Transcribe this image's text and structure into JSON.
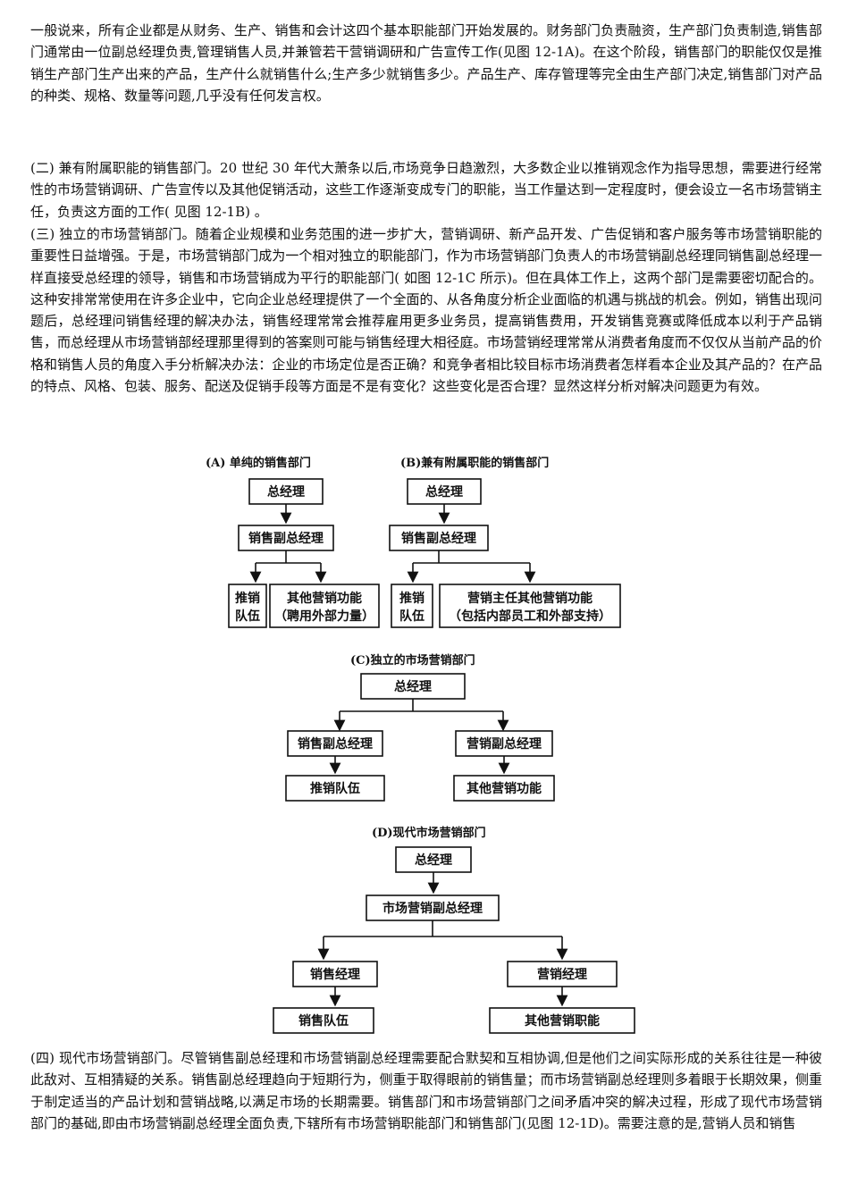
{
  "paragraphs": {
    "p1": "一般说来，所有企业都是从财务、生产、销售和会计这四个基本职能部门开始发展的。财务部门负责融资，生产部门负责制造,销售部门通常由一位副总经理负责,管理销售人员,并兼管若干营销调研和广告宣传工作(见图 12-1A)。在这个阶段，销售部门的职能仅仅是推销生产部门生产出来的产品，生产什么就销售什么;生产多少就销售多少。产品生产、库存管理等完全由生产部门决定,销售部门对产品的种类、规格、数量等问题,几乎没有任何发言权。",
    "p2": "(二) 兼有附属职能的销售部门。20 世纪 30 年代大萧条以后,市场竞争日趋激烈，大多数企业以推销观念作为指导思想，需要进行经常性的市场营销调研、广告宣传以及其他促销活动，这些工作逐渐变成专门的职能，当工作量达到一定程度时，便会设立一名市场营销主任，负责这方面的工作( 见图 12-1B) 。",
    "p3": "(三) 独立的市场营销部门。随着企业规模和业务范围的进一步扩大，营销调研、新产品开发、广告促销和客户服务等市场营销职能的重要性日益增强。于是，市场营销部门成为一个相对独立的职能部门，作为市场营销部门负责人的市场营销副总经理同销售副总经理一样直接受总经理的领导，销售和市场营销成为平行的职能部门( 如图 12-1C 所示)。但在具体工作上，这两个部门是需要密切配合的。这种安排常常使用在许多企业中，它向企业总经理提供了一个全面的、从各角度分析企业面临的机遇与挑战的机会。例如，销售出现问题后，总经理问销售经理的解决办法，销售经理常常会推荐雇用更多业务员，提高销售费用，开发销售竞赛或降低成本以利于产品销售，而总经理从市场营销部经理那里得到的答案则可能与销售经理大相径庭。市场营销经理常常从消费者角度而不仅仅从当前产品的价格和销售人员的角度入手分析解决办法：企业的市场定位是否正确？和竞争者相比较目标市场消费者怎样看本企业及其产品的？在产品的特点、风格、包装、服务、配送及促销手段等方面是不是有变化？这些变化是否合理？显然这样分析对解决问题更为有效。",
    "p4": "(四) 现代市场营销部门。尽管销售副总经理和市场营销副总经理需要配合默契和互相协调,但是他们之间实际形成的关系往往是一种彼此敌对、互相猜疑的关系。销售副总经理趋向于短期行为，侧重于取得眼前的销售量；而市场营销副总经理则多着眼于长期效果，侧重于制定适当的产品计划和营销战略,以满足市场的长期需要。销售部门和市场营销部门之间矛盾冲突的解决过程，形成了现代市场营销部门的基础,即由市场营销副总经理全面负责,下辖所有市场营销职能部门和销售部门(见图 12-1D)。需要注意的是,营销人员和销售"
  },
  "diagrams": {
    "A": {
      "caption": "(A) 单纯的销售部门",
      "top": "总经理",
      "mid": "销售副总经理",
      "left": [
        "推销",
        "队伍"
      ],
      "right": [
        "其他营销功能",
        "（聘用外部力量）"
      ]
    },
    "B": {
      "caption": "(B)兼有附属职能的销售部门",
      "top": "总经理",
      "mid": "销售副总经理",
      "left": [
        "推销",
        "队伍"
      ],
      "right": [
        "营销主任其他营销功能",
        "（包括内部员工和外部支持）"
      ]
    },
    "C": {
      "caption": "(C)独立的市场营销部门",
      "top": "总经理",
      "left_mid": "销售副总经理",
      "right_mid": "营销副总经理",
      "left_bottom": "推销队伍",
      "right_bottom": "其他营销功能"
    },
    "D": {
      "caption": "(D)现代市场营销部门",
      "top": "总经理",
      "mid": "市场营销副总经理",
      "left_mid": "销售经理",
      "right_mid": "营销经理",
      "left_bottom": "销售队伍",
      "right_bottom": "其他营销职能"
    }
  }
}
